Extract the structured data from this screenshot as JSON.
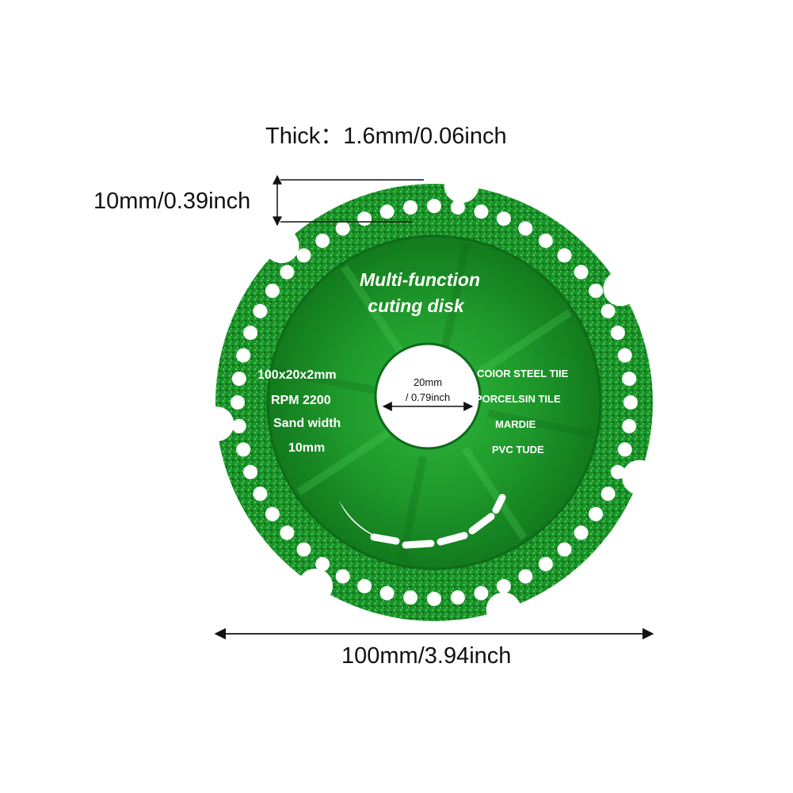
{
  "dimensions": {
    "thickness": "Thick：1.6mm/0.06inch",
    "tooth_depth": "10mm/0.39inch",
    "diameter": "100mm/3.94inch"
  },
  "disk": {
    "title_line1": "Multi-function",
    "title_line2": "cuting disk",
    "specs": [
      "100x20x2mm",
      "RPM 2200",
      "Sand width",
      "10mm"
    ],
    "materials": [
      "COlOR STEEL TIIE",
      "PORCELSIN TILE",
      "MARDIE",
      "PVC TUDE"
    ],
    "bore_line1": "20mm",
    "bore_line2": "/ 0.79inch"
  },
  "colors": {
    "disk_green": "#1f9a2c",
    "disk_dark": "#0f6a18",
    "text": "#111111",
    "label_white": "#ffffff"
  }
}
